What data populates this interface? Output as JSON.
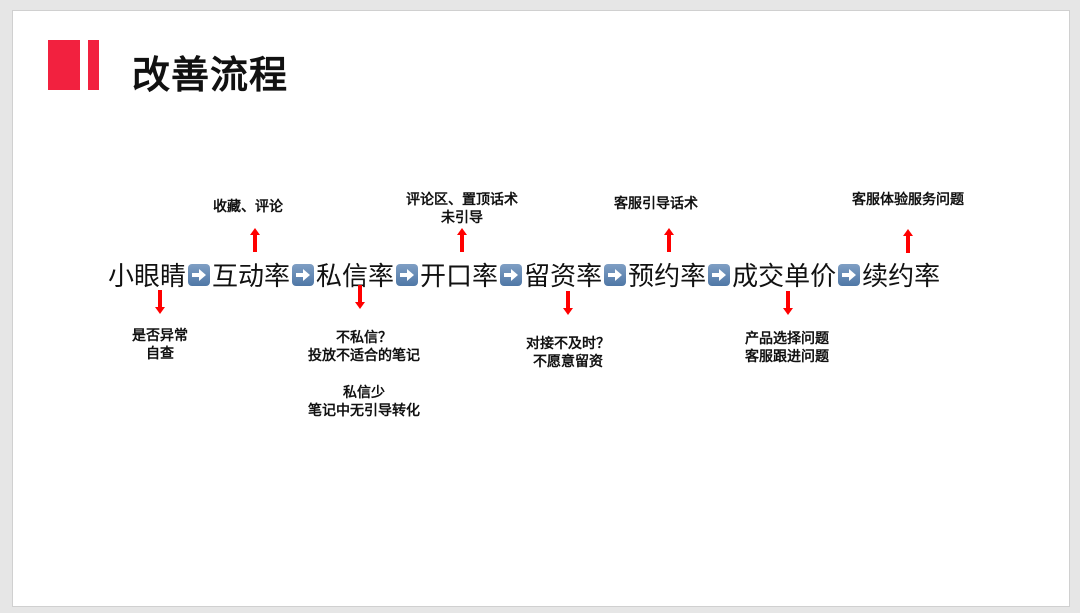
{
  "title": "改善流程",
  "colors": {
    "accent": "#f2213f",
    "arrow": "#ff0000"
  },
  "flow": [
    "小眼睛",
    "互动率",
    "私信率",
    "开口率",
    "留资率",
    "预约率",
    "成交单价",
    "续约率"
  ],
  "above": [
    {
      "lines": [
        "收藏、评论"
      ]
    },
    {
      "lines": [
        "评论区、置顶话术",
        "未引导"
      ]
    },
    {
      "lines": [
        "客服引导话术"
      ]
    },
    {
      "lines": [
        "客服体验服务问题"
      ]
    }
  ],
  "below": [
    {
      "lines": [
        "是否异常",
        "自查"
      ]
    },
    {
      "lines": [
        "不私信？",
        "投放不适合的笔记"
      ]
    },
    {
      "lines": [
        "私信少",
        "笔记中无引导转化"
      ]
    },
    {
      "lines": [
        "对接不及时？",
        "不愿意留资"
      ]
    },
    {
      "lines": [
        "产品选择问题",
        "客服跟进问题"
      ]
    }
  ]
}
